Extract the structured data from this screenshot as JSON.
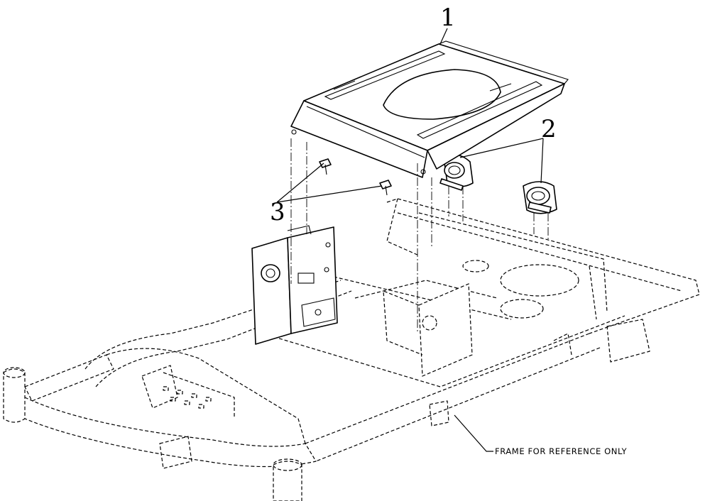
{
  "callouts": {
    "part_1": "1",
    "part_2": "2",
    "part_3": "3"
  },
  "note": "FRAME FOR REFERENCE ONLY"
}
